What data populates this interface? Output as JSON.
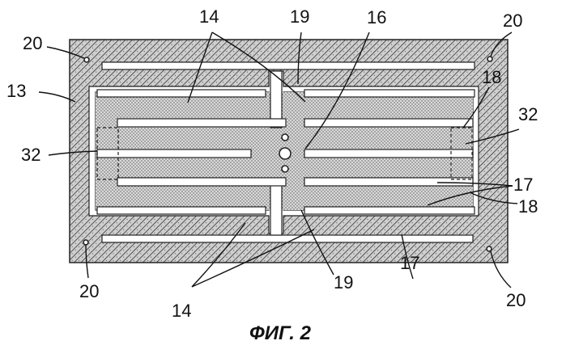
{
  "labels": {
    "plate": "13",
    "arms_top": "14",
    "arms_bottom": "14",
    "center_hole": "16",
    "bar_right_a": "17",
    "bar_bottom": "17",
    "spoke_top": "19",
    "spoke_bottom": "19",
    "frame_right_top": "18",
    "frame_right_bottom": "18",
    "bracket_left": "32",
    "bracket_right": "32",
    "corner_top_left": "20",
    "corner_top_right": "20",
    "corner_bottom_left": "20",
    "corner_bottom_right": "20"
  },
  "caption": "ФИГ. 2"
}
